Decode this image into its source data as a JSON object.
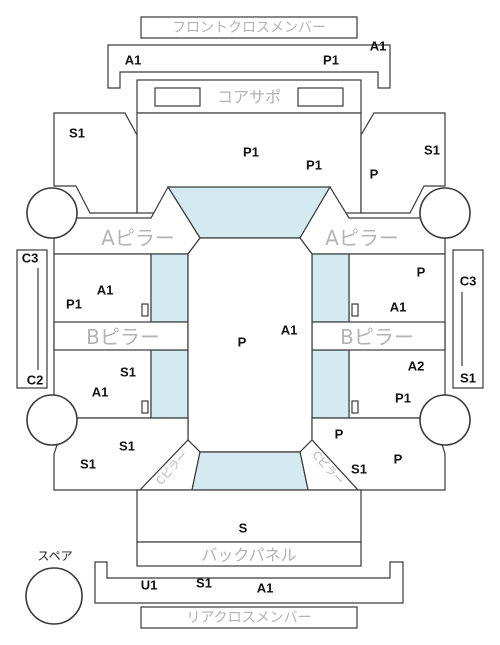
{
  "parts": {
    "front_cross_member": "フロントクロスメンバー",
    "core_support": "コアサポ",
    "a_pillar_left": "Aピラー",
    "a_pillar_right": "Aピラー",
    "b_pillar_left": "Bピラー",
    "b_pillar_right": "Bピラー",
    "c_pillar_left": "Cピラー",
    "c_pillar_right": "Cピラー",
    "back_panel": "バックパネル",
    "rear_cross_member": "リアクロスメンバー",
    "spare": "スペア"
  },
  "marks": {
    "front_member": [
      "A1",
      "P1",
      "A1"
    ],
    "engine_bay": [
      "P1",
      "P1"
    ],
    "left_fender": [
      "S1"
    ],
    "right_fender": [
      "S1",
      "P"
    ],
    "left_side_member": [
      "C3",
      "C2"
    ],
    "right_side_member": [
      "C3",
      "S1"
    ],
    "left_front_door": [
      "A1",
      "P1"
    ],
    "left_rear_door": [
      "S1",
      "A1"
    ],
    "cabin": [
      "P",
      "A1"
    ],
    "right_front_door": [
      "P",
      "A1"
    ],
    "right_rear_door": [
      "A2",
      "P1"
    ],
    "left_quarter": [
      "S1",
      "S1"
    ],
    "right_quarter": [
      "P",
      "S1",
      "P"
    ],
    "trunk": [
      "S"
    ],
    "rear_member": [
      "U1",
      "S1",
      "A1"
    ]
  },
  "colors": {
    "glass": "#d4eaf1",
    "outline": "#3a3a3a",
    "part_label": "#b3b3b3",
    "mark_text": "#111111"
  }
}
